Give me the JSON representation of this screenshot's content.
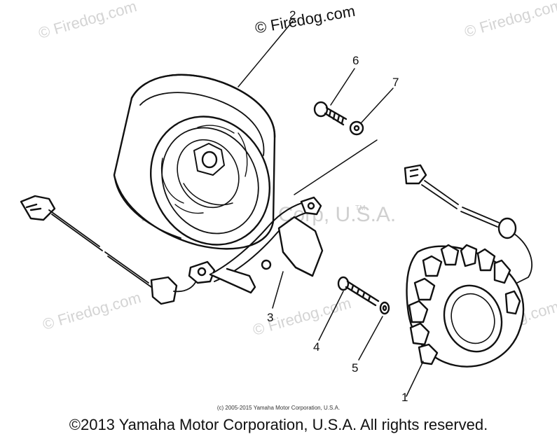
{
  "watermarks": {
    "firedog": "© Firedog.com",
    "yamaha": "Yamaha Motor Corp, U.S.A.",
    "tm": "TM"
  },
  "callouts": {
    "c1": "1",
    "c2": "2",
    "c3": "3",
    "c4": "4",
    "c5": "5",
    "c6": "6",
    "c7": "7"
  },
  "footer": {
    "small_copyright": "(c) 2005-2015 Yamaha Motor Corporation, U.S.A.",
    "copyright": "©2013 Yamaha Motor Corporation, U.S.A. All rights reserved."
  }
}
